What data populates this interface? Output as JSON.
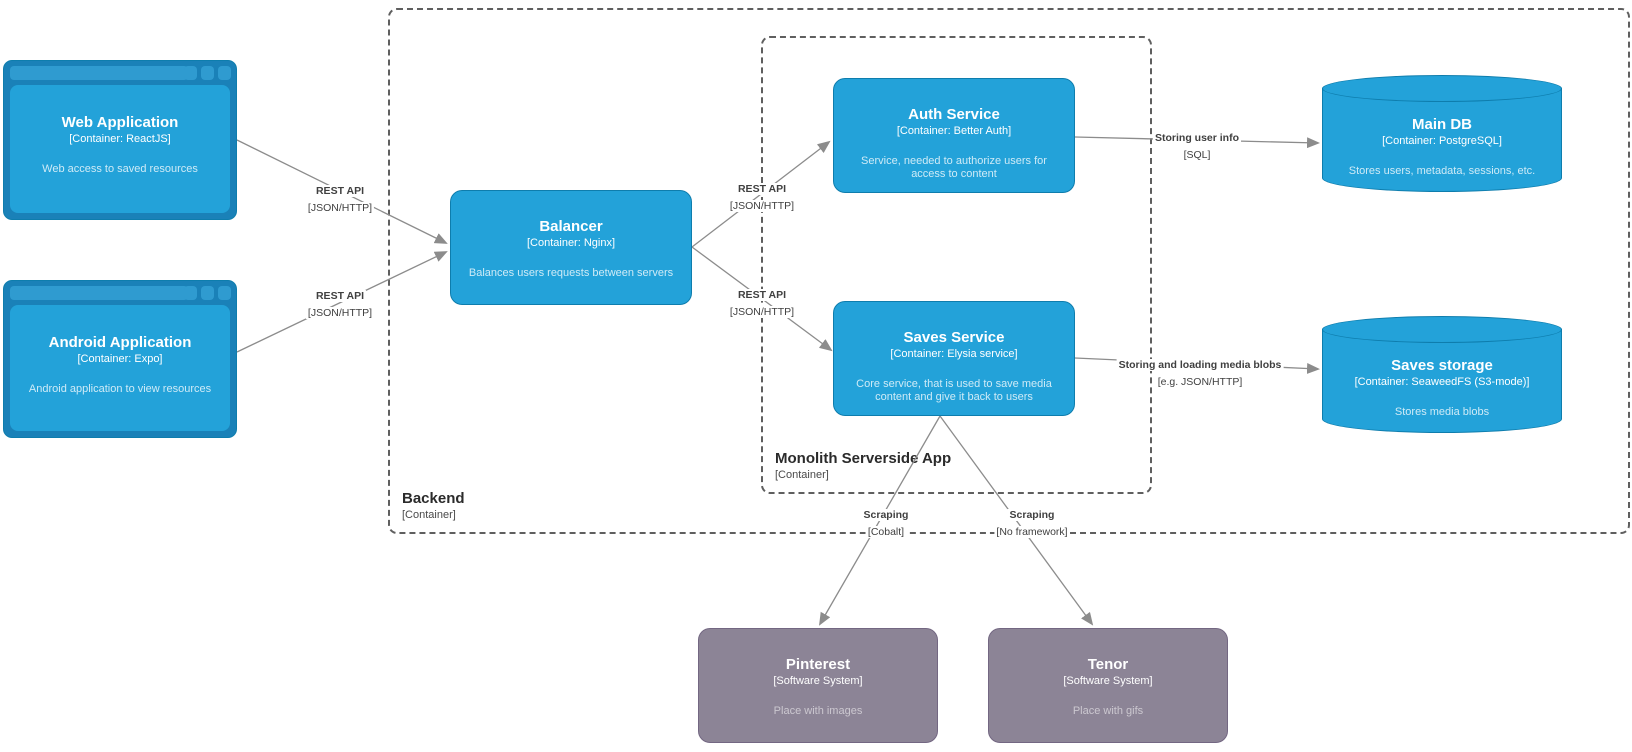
{
  "diagram": {
    "kind": "c4-container-architecture-diagram",
    "containers": {
      "backend": {
        "name": "Backend",
        "meta": "[Container]"
      },
      "monolith": {
        "name": "Monolith Serverside App",
        "meta": "[Container]"
      }
    },
    "nodes": {
      "web_app": {
        "title": "Web Application",
        "meta": "[Container: ReactJS]",
        "description": "Web access to saved resources"
      },
      "android_app": {
        "title": "Android Application",
        "meta": "[Container: Expo]",
        "description": "Android application to view resources"
      },
      "balancer": {
        "title": "Balancer",
        "meta": "[Container: Nginx]",
        "description": "Balances users requests between servers"
      },
      "auth_service": {
        "title": "Auth Service",
        "meta": "[Container: Better Auth]",
        "description": "Service, needed to authorize users for access to content"
      },
      "saves_service": {
        "title": "Saves Service",
        "meta": "[Container: Elysia service]",
        "description": "Core service, that is used to save media content and give it back to users"
      },
      "main_db": {
        "title": "Main DB",
        "meta": "[Container: PostgreSQL]",
        "description": "Stores users, metadata, sessions, etc."
      },
      "saves_storage": {
        "title": "Saves storage",
        "meta": "[Container: SeaweedFS (S3-mode)]",
        "description": "Stores media blobs"
      },
      "pinterest": {
        "title": "Pinterest",
        "meta": "[Software System]",
        "description": "Place with images"
      },
      "tenor": {
        "title": "Tenor",
        "meta": "[Software System]",
        "description": "Place with gifs"
      }
    },
    "edges": {
      "web_to_balancer": {
        "label": "REST API",
        "tech": "[JSON/HTTP]"
      },
      "android_to_balancer": {
        "label": "REST API",
        "tech": "[JSON/HTTP]"
      },
      "balancer_to_auth": {
        "label": "REST API",
        "tech": "[JSON/HTTP]"
      },
      "balancer_to_saves": {
        "label": "REST API",
        "tech": "[JSON/HTTP]"
      },
      "auth_to_maindb": {
        "label": "Storing user info",
        "tech": "[SQL]"
      },
      "saves_to_storage": {
        "label": "Storing and loading media blobs",
        "tech": "[e.g. JSON/HTTP]"
      },
      "saves_to_pinterest": {
        "label": "Scraping",
        "tech": "[Cobalt]"
      },
      "saves_to_tenor": {
        "label": "Scraping",
        "tech": "[No framework]"
      }
    },
    "colors": {
      "container_fill": "#23A2D9",
      "container_stroke": "#0E7DAD",
      "browser_frame": "#1A81B8",
      "browser_chrome": "#2F9BD0",
      "external_system_fill": "#8C8496",
      "external_system_stroke": "#736782",
      "arrow": "#8C8C8C",
      "group_border": "#5F5F5F"
    }
  }
}
